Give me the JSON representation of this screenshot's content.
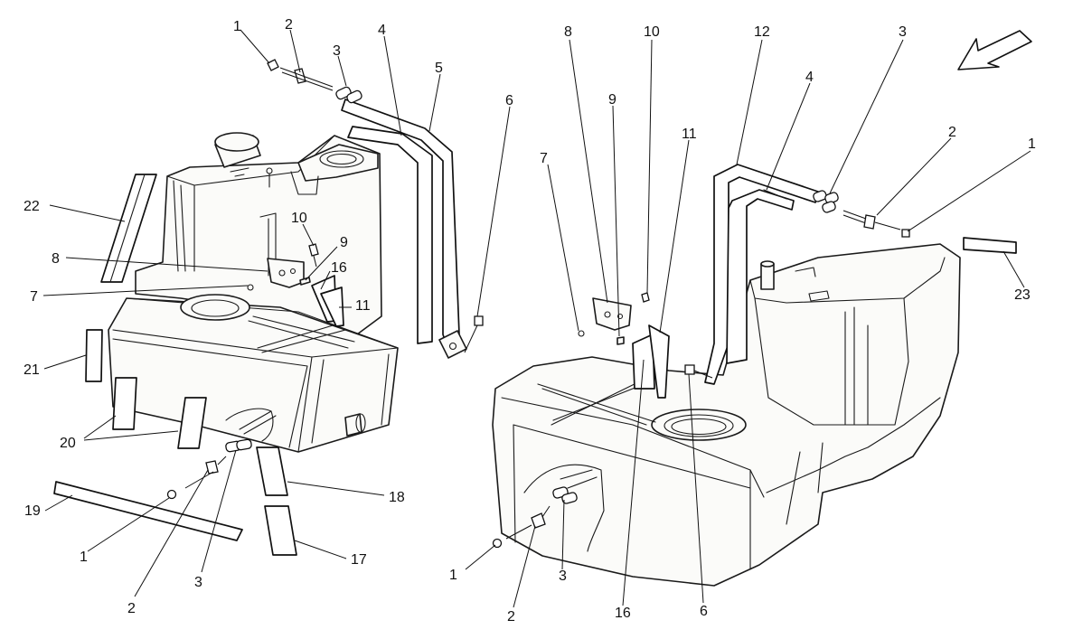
{
  "callouts": {
    "left": {
      "c1_top": "1",
      "c2_top": "2",
      "c3_top": "3",
      "c4_top": "4",
      "c5": "5",
      "c6": "6",
      "c22": "22",
      "c10": "10",
      "c9": "9",
      "c8": "8",
      "c16": "16",
      "c7": "7",
      "c11": "11",
      "c21": "21",
      "c20": "20",
      "c18": "18",
      "c19": "19",
      "c1_bot": "1",
      "c17": "17",
      "c3_bot": "3",
      "c2_bot": "2"
    },
    "right": {
      "c8": "8",
      "c10": "10",
      "c12": "12",
      "c3_top": "3",
      "c9": "9",
      "c4": "4",
      "c2_top": "2",
      "c11": "11",
      "c1_top": "1",
      "c7": "7",
      "c23": "23",
      "c1_bot": "1",
      "c3_bot": "3",
      "c2_bot": "2",
      "c16": "16",
      "c6": "6"
    }
  },
  "icons": {
    "direction": "front-arrow-icon"
  }
}
